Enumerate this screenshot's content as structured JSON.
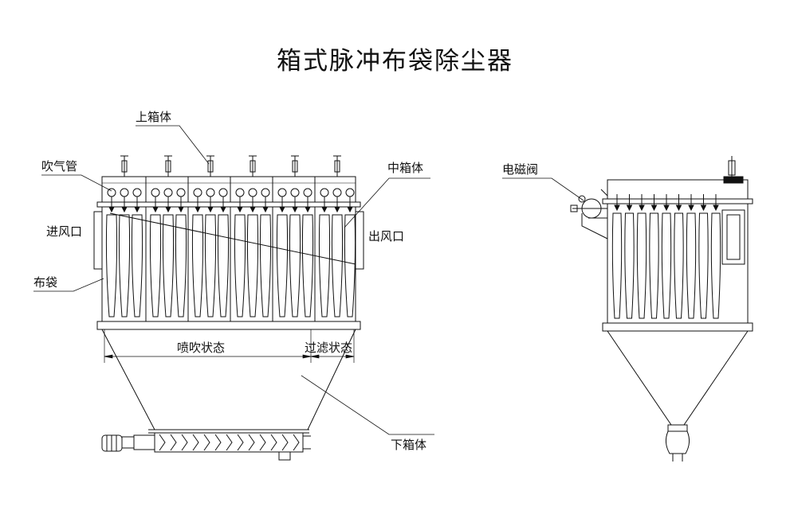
{
  "title": "箱式脉冲布袋除尘器",
  "labels": {
    "upper_box": "上箱体",
    "blow_pipe": "吹气管",
    "middle_box": "中箱体",
    "inlet": "进风口",
    "outlet": "出风口",
    "filter_bag": "布袋",
    "pulsing_state": "喷吹状态",
    "filtering_state": "过滤状态",
    "lower_box": "下箱体",
    "solenoid_valve": "电磁阀"
  }
}
